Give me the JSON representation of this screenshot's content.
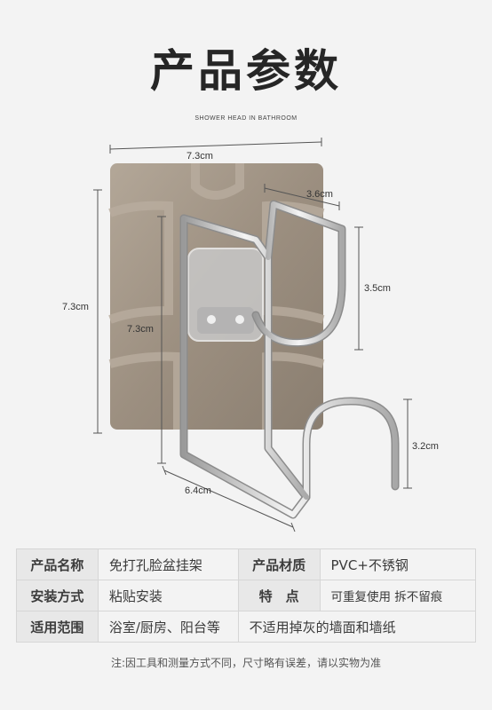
{
  "header": {
    "title": "产品参数",
    "subtitle": "SHOWER HEAD IN BATHROOM"
  },
  "dimensions": {
    "top_width": "7.3cm",
    "left_height": "7.3cm",
    "inner_height": "7.3cm",
    "hook_width": "3.6cm",
    "hook_height": "3.5cm",
    "lower_hook_height": "3.2cm",
    "depth": "6.4cm"
  },
  "specs": {
    "row1": {
      "label1": "产品名称",
      "value1": "免打孔脸盆挂架",
      "label2": "产品材质",
      "value2": "PVC+不锈钢"
    },
    "row2": {
      "label1": "安装方式",
      "value1": "粘贴安装",
      "label2": "特　点",
      "value2": "可重复使用 拆不留痕"
    },
    "row3": {
      "label1": "适用范围",
      "value1": "浴室/厨房、阳台等",
      "value2": "不适用掉灰的墙面和墙纸"
    }
  },
  "footer_note": "注:因工具和测量方式不同，尺寸略有误差，请以实物为准",
  "colors": {
    "background": "#f3f3f3",
    "plate": "#9e9283",
    "steel": "#d8d8d8"
  }
}
